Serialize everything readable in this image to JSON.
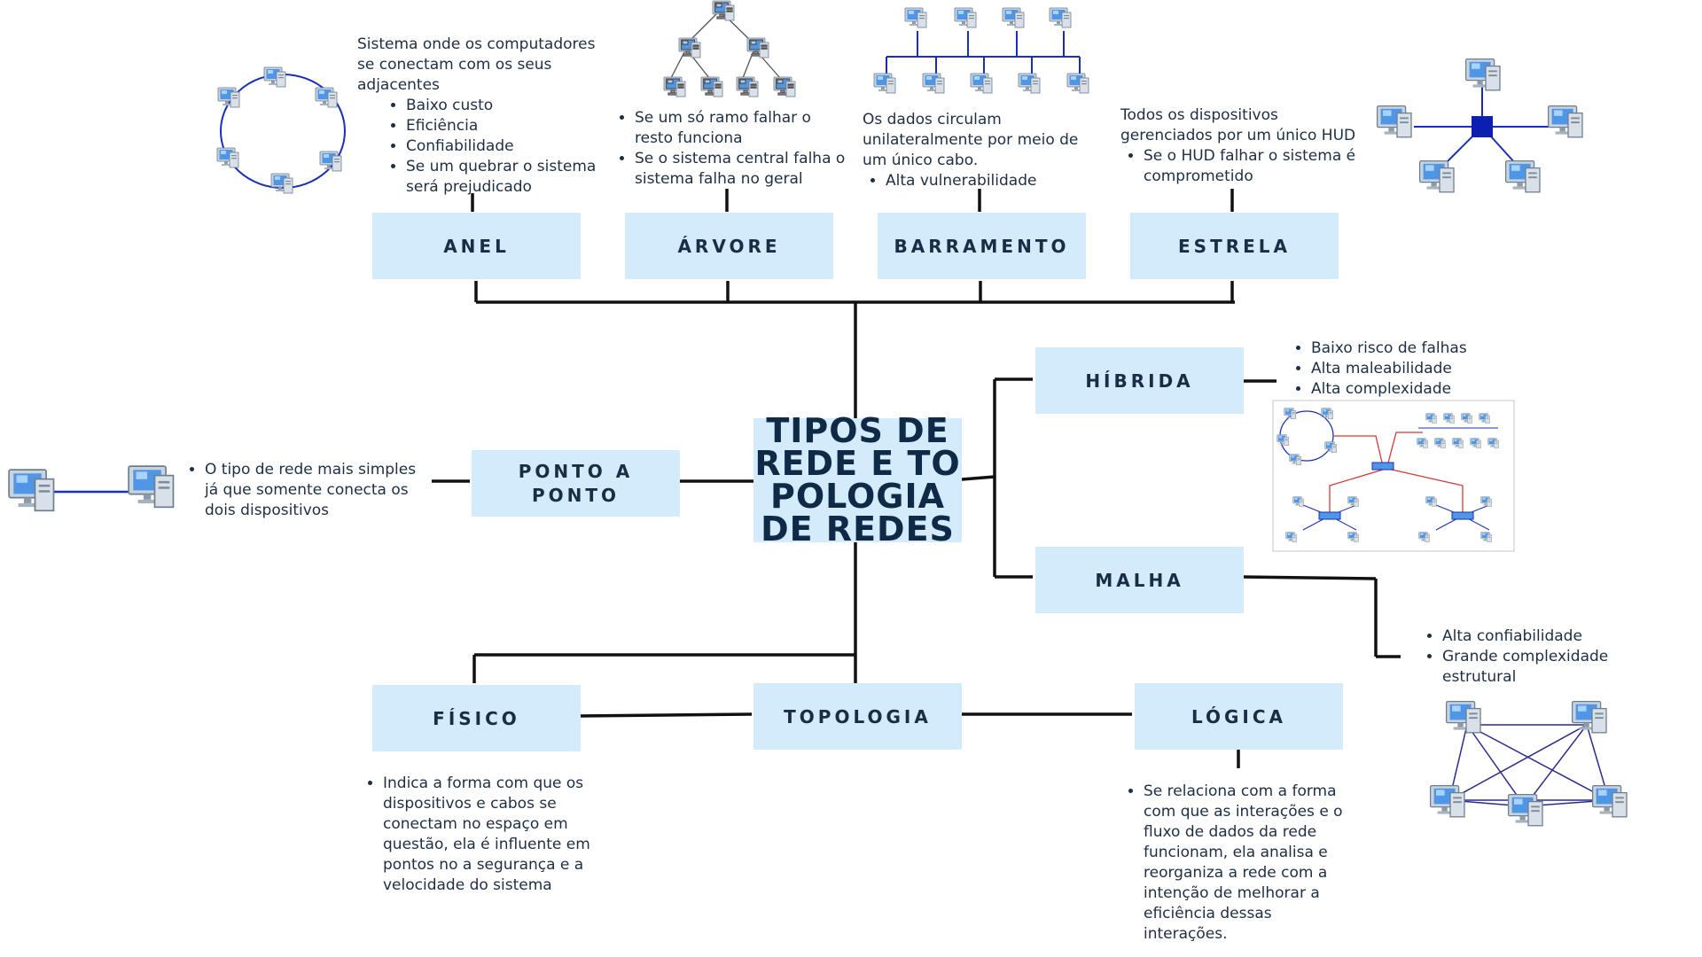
{
  "colors": {
    "node_fill": "#d3ebfb",
    "line": "#111111",
    "text": "#1e2f44",
    "ring_line": "#1a2fb8",
    "hybrid_link": "#d23a3a"
  },
  "central": {
    "title": "TIPOS DE REDE E TOPOLOGIA DE REDES"
  },
  "nodes": {
    "anel": "ANEL",
    "arvore": "ÁRVORE",
    "barramento": "BARRAMENTO",
    "estrela": "ESTRELA",
    "hibrida": "HÍBRIDA",
    "malha": "MALHA",
    "ponto": "PONTO A PONTO",
    "fisico": "FÍSICO",
    "topologia": "TOPOLOGIA",
    "logica": "LÓGICA"
  },
  "notes": {
    "anel": {
      "intro": "Sistema onde os computadores se conectam com os seus adjacentes",
      "items": [
        "Baixo custo",
        "Eficiência",
        "Confiabilidade",
        "Se um quebrar o sistema será prejudicado"
      ]
    },
    "arvore": {
      "items": [
        "Se um só ramo falhar o resto funciona",
        "Se o sistema central falha o sistema falha no geral"
      ]
    },
    "barramento": {
      "intro": "Os dados circulam unilateralmente por meio de um único cabo.",
      "items": [
        "Alta vulnerabilidade"
      ]
    },
    "estrela": {
      "intro": "Todos os dispositivos gerenciados por um único HUD",
      "items": [
        "Se o HUD falhar o sistema é comprometido"
      ]
    },
    "hibrida": {
      "items": [
        "Baixo risco de falhas",
        "Alta maleabilidade",
        "Alta complexidade"
      ]
    },
    "malha": {
      "items": [
        "Alta confiabilidade",
        "Grande complexidade estrutural"
      ]
    },
    "ponto": {
      "items": [
        "O tipo de rede mais simples já que somente conecta os dois dispositivos"
      ]
    },
    "fisico": {
      "items": [
        "Indica a forma com que os dispositivos e cabos se conectam no espaço em questão, ela é influente em pontos no a segurança e a velocidade do sistema"
      ]
    },
    "logica": {
      "items": [
        "Se relaciona com a forma com que as interações e o fluxo de dados da rede funcionam, ela analisa e reorganiza a rede com a intenção de melhorar a eficiência dessas interações."
      ]
    }
  },
  "illustrations": [
    "ring-topology",
    "tree-topology",
    "bus-topology",
    "star-topology",
    "hybrid-topology",
    "mesh-topology",
    "point-to-point"
  ]
}
